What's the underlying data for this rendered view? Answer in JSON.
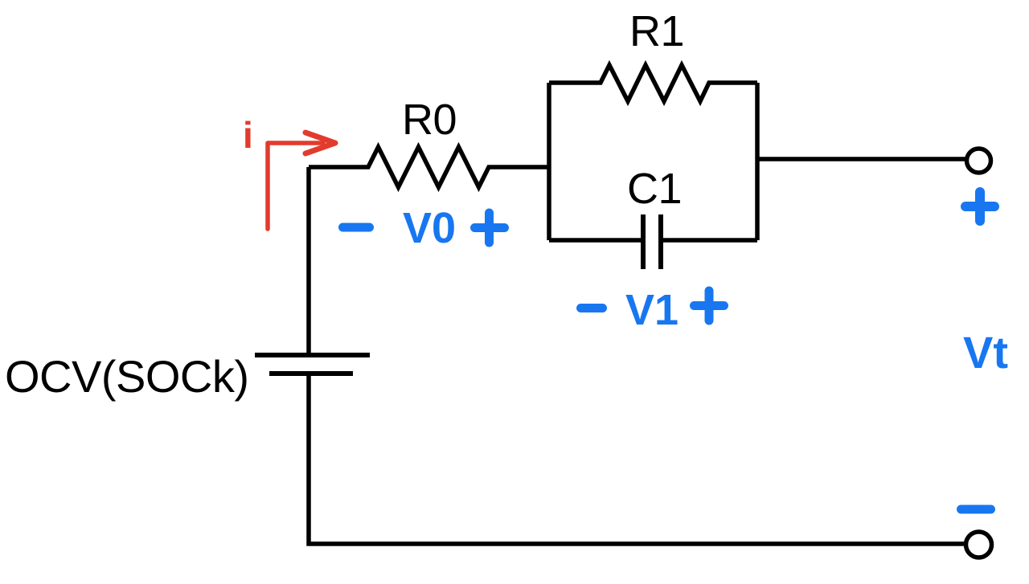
{
  "colors": {
    "background": "#ffffff",
    "wire": "#000000",
    "annotation_blue": "#1877F0",
    "annotation_red": "#E23B2E"
  },
  "components": {
    "source_label": "OCV(SOCk)",
    "series_resistor_label": "R0",
    "parallel_resistor_label": "R1",
    "parallel_capacitor_label": "C1"
  },
  "annotations": {
    "current_label": "i",
    "v0": {
      "minus": "−",
      "label": "V0",
      "plus": "+"
    },
    "v1": {
      "minus": "−",
      "label": "V1",
      "plus": "+"
    },
    "terminal": {
      "plus": "+",
      "voltage_label": "Vt",
      "minus": "−"
    }
  },
  "icons": {
    "plus-icon": "+",
    "minus-icon": "−",
    "terminal-circle-icon": "○",
    "current-arrow-icon": "→"
  }
}
